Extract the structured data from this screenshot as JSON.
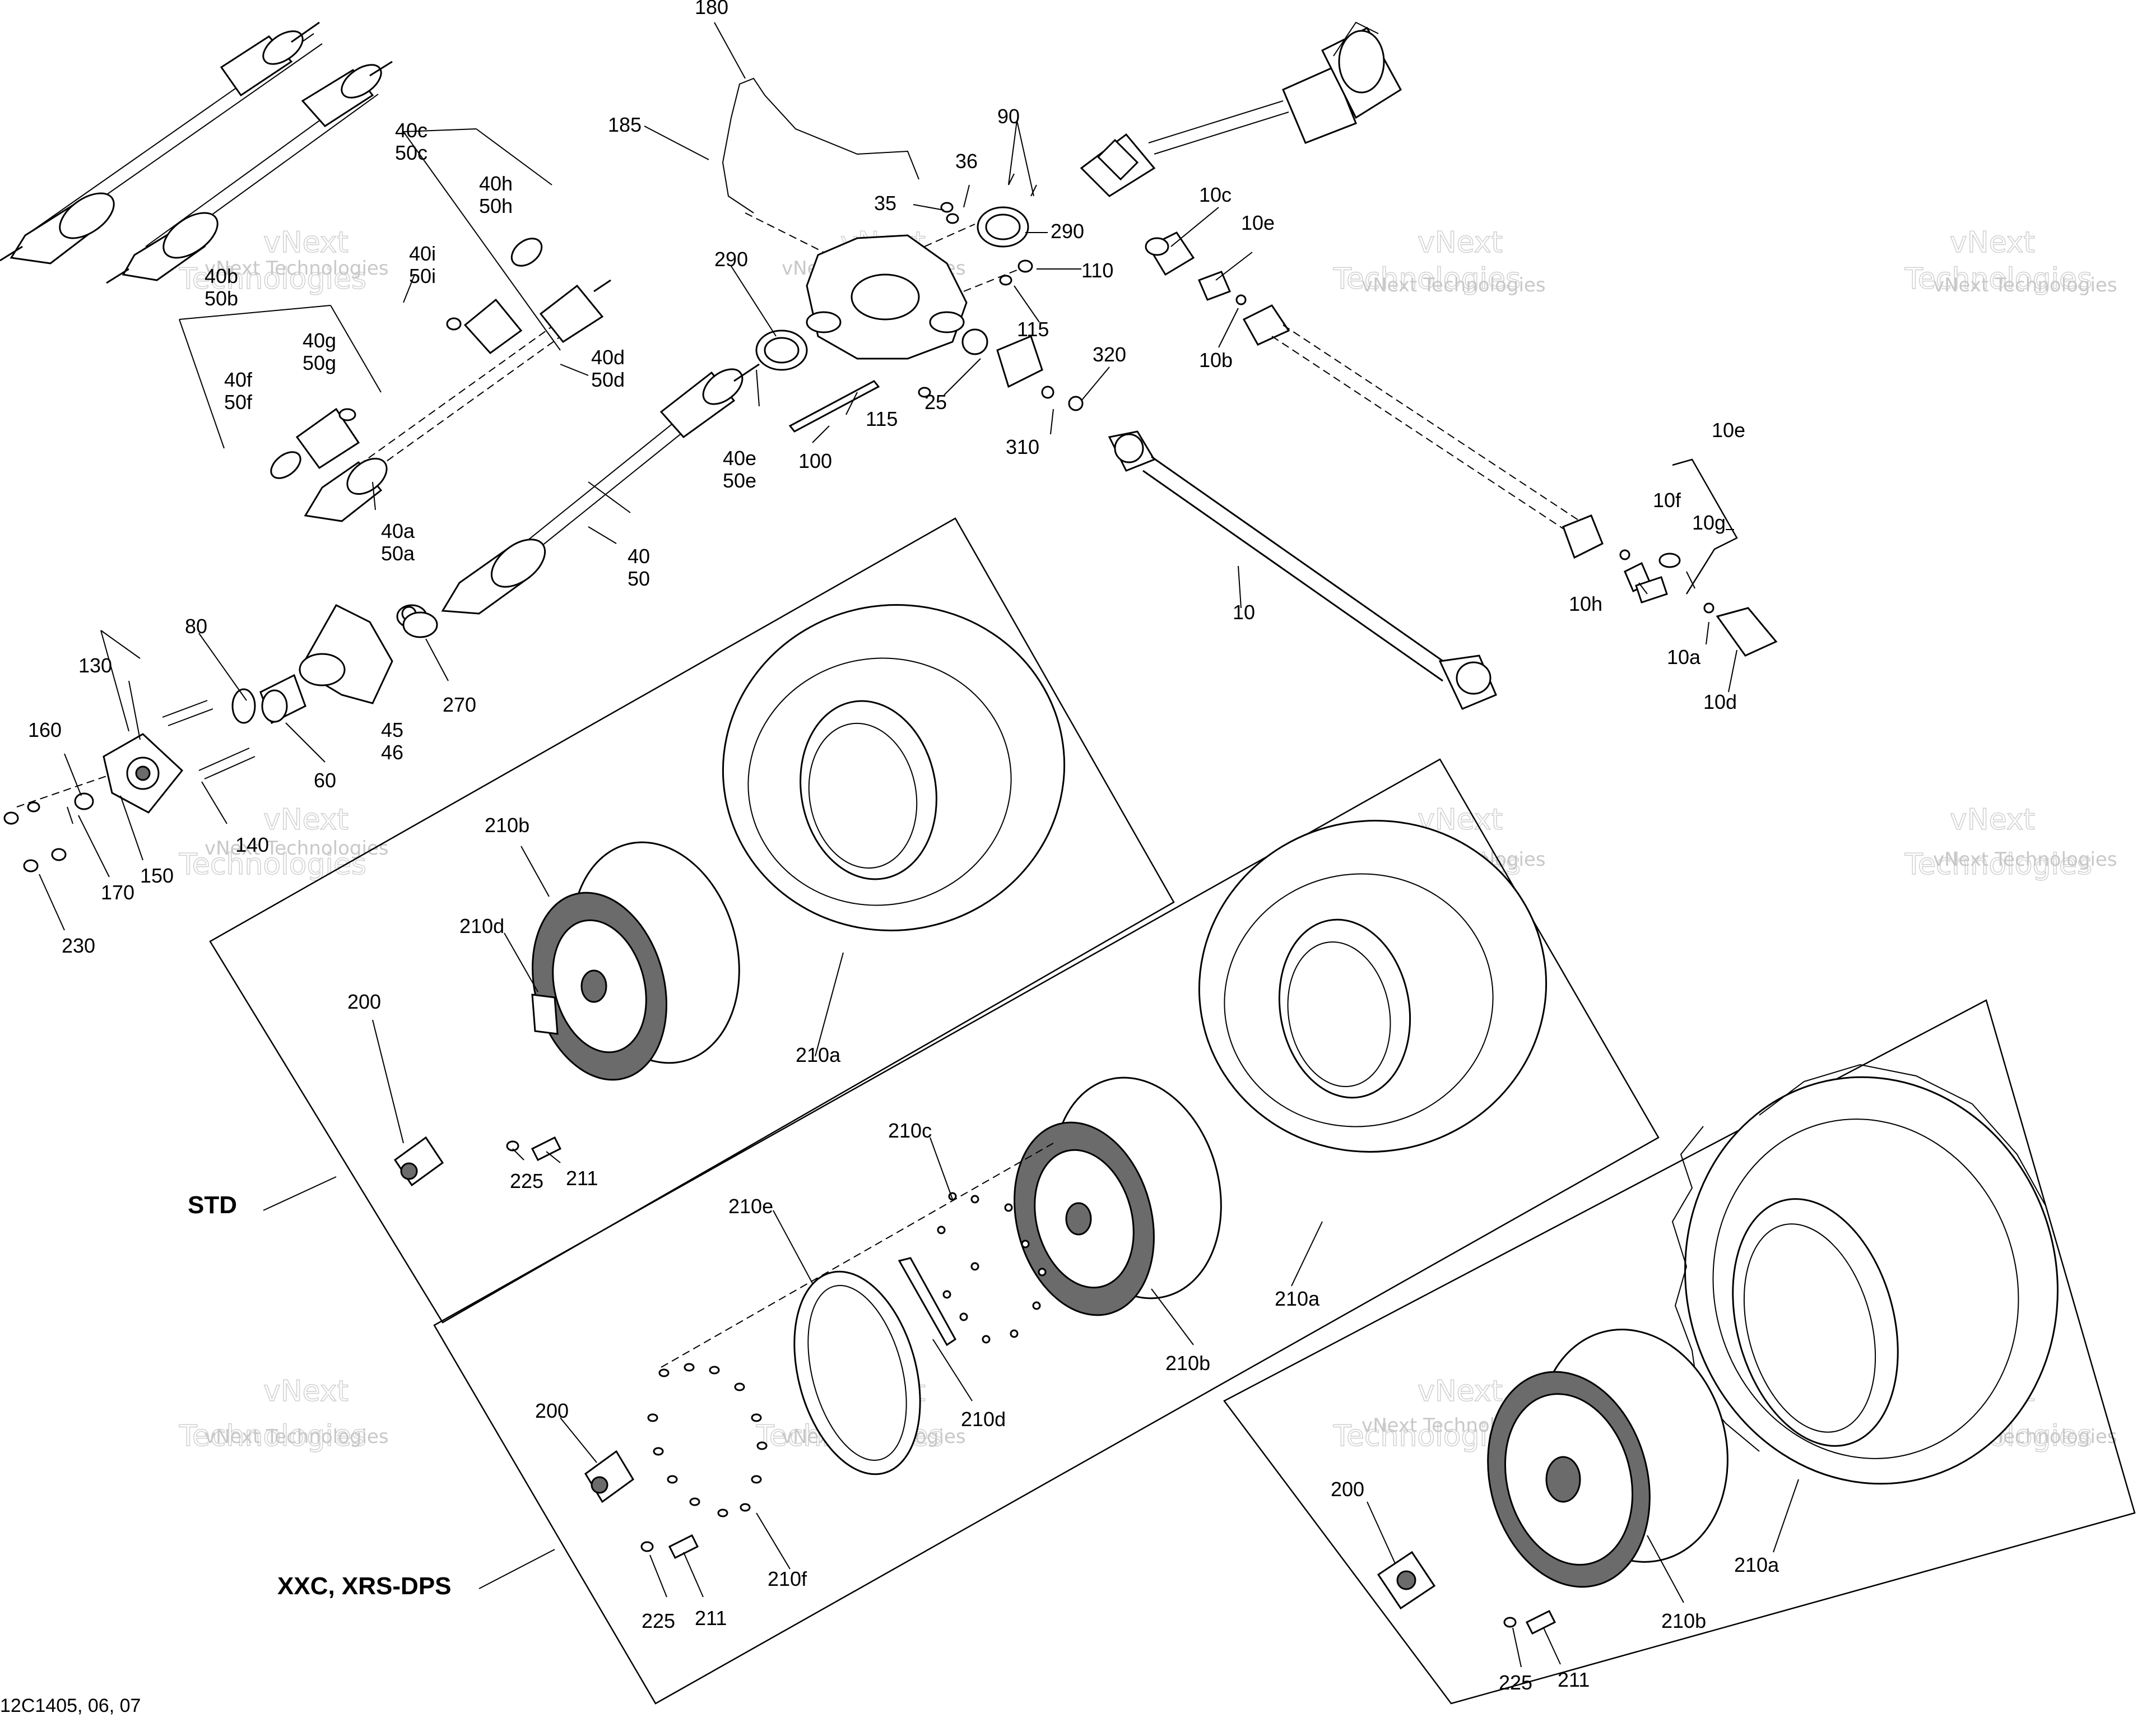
{
  "drawing_code": "12C1405, 06, 07",
  "watermark": {
    "line1": "vNext",
    "line2": "Technologies",
    "caption": "vNext Technologies"
  },
  "groups": {
    "std": "STD",
    "xxc": "XXC, XRS-DPS"
  },
  "callouts": {
    "c180": "180",
    "c185": "185",
    "c90": "90",
    "c36": "36",
    "c35": "35",
    "c290a": "290",
    "c290b": "290",
    "c110": "110",
    "c115a": "115",
    "c115b": "115",
    "c25": "25",
    "c320": "320",
    "c310": "310",
    "c100": "100",
    "c10c": "10c",
    "c10e_top": "10e",
    "c10b": "10b",
    "c10e": "10e",
    "c10f": "10f",
    "c10g": "10g",
    "c10h": "10h",
    "c10a": "10a",
    "c10d": "10d",
    "c10": "10",
    "c40c": "40c",
    "c50c": "50c",
    "c40h": "40h",
    "c50h": "50h",
    "c40i": "40i",
    "c50i": "50i",
    "c40b": "40b",
    "c50b": "50b",
    "c40g": "40g",
    "c50g": "50g",
    "c40f": "40f",
    "c50f": "50f",
    "c40d": "40d",
    "c50d": "50d",
    "c40e": "40e",
    "c50e": "50e",
    "c40a": "40a",
    "c50a": "50a",
    "c40": "40",
    "c50": "50",
    "c80": "80",
    "c130": "130",
    "c45": "45",
    "c46": "46",
    "c270": "270",
    "c60": "60",
    "c160": "160",
    "c140": "140",
    "c150": "150",
    "c170": "170",
    "c230": "230",
    "c210b_std": "210b",
    "c210d_std": "210d",
    "c200_std": "200",
    "c210a_std": "210a",
    "c225_std": "225",
    "c211_std": "211",
    "c210c": "210c",
    "c210e": "210e",
    "c210d_x": "210d",
    "c210b_x": "210b",
    "c210a_x": "210a",
    "c200_x": "200",
    "c225_x": "225",
    "c211_x": "211",
    "c210f": "210f",
    "c200_g": "200",
    "c210b_g": "210b",
    "c210a_g": "210a",
    "c225_g": "225",
    "c211_g": "211"
  }
}
